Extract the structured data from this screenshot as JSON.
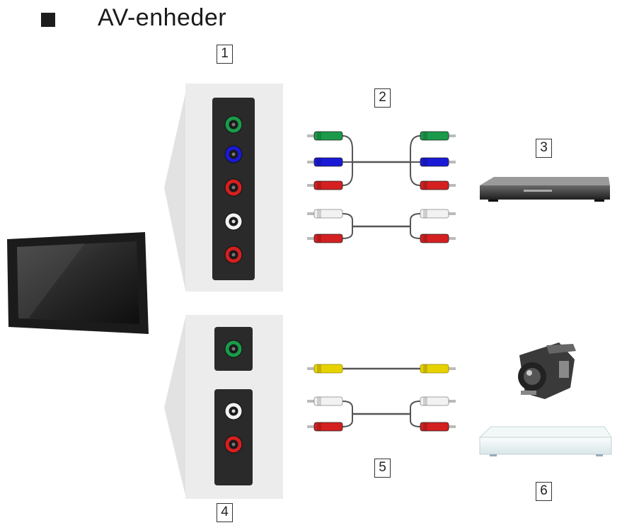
{
  "title": {
    "text": "AV-enheder",
    "bullet": "square-bullet"
  },
  "labels": [
    "1",
    "2",
    "3",
    "4",
    "5",
    "6"
  ],
  "colors": {
    "green": "#1a9a4a",
    "blue": "#1a1ad6",
    "red": "#d42020",
    "white": "#f2f2f2",
    "yellow": "#e6d200",
    "jack_panel": "#2a2a2a",
    "panel_bg": "#ececec"
  },
  "component_jacks": [
    "green",
    "blue",
    "red",
    "white",
    "red"
  ],
  "composite_jacks": [
    "green",
    "white",
    "red"
  ],
  "cables": {
    "component_video": [
      "green",
      "blue",
      "red"
    ],
    "component_audio": [
      "white",
      "red"
    ],
    "composite_video": [
      "yellow"
    ],
    "composite_audio": [
      "white",
      "red"
    ]
  },
  "devices": {
    "tv": "tv-icon",
    "player": "dvd-player-icon",
    "camcorder": "camcorder-icon",
    "set_top_box": "set-top-box-icon"
  }
}
